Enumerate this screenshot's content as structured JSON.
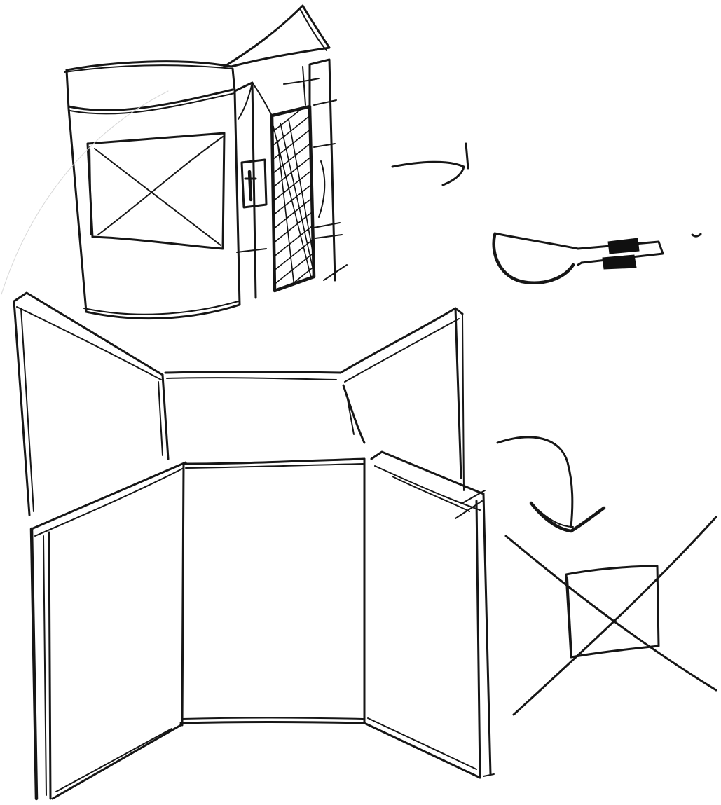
{
  "sketch": {
    "subjects": [
      "folded-booth-with-door",
      "trifold-panel-back",
      "trifold-panel-front",
      "key",
      "crossed-out-box"
    ],
    "arrows": [
      "arrow-booth-to-key",
      "arrow-panel-to-crossed-box"
    ],
    "ink_color": "#161616",
    "background_color": "#ffffff"
  }
}
